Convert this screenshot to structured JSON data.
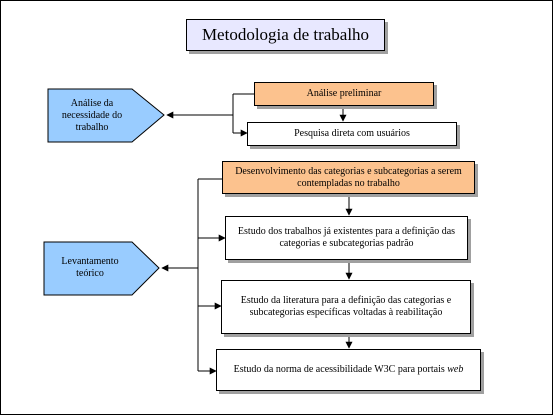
{
  "title": "Metodologia de trabalho",
  "left_nodes": {
    "analise": "Análise da necessidade do trabalho",
    "levantamento": "Levantamento teórico"
  },
  "boxes": {
    "analise_preliminar": "Análise preliminar",
    "pesquisa": "Pesquisa direta com usuários",
    "desenvolvimento": "Desenvolvimento das categorias e subcategorias a serem contempladas no trabalho",
    "estudo_trabalhos": "Estudo dos trabalhos já existentes para a definição das categorias e subcategorias padrão",
    "estudo_literatura": "Estudo da literatura para a definição das categorias e subcategorias específicas voltadas à reabilitação",
    "estudo_norma_prefix": "Estudo da norma de acessibilidade W3C para portais",
    "estudo_norma_italic": "web"
  },
  "colors": {
    "pentagon_fill": "#99ccff",
    "orange_fill": "#fcc28e",
    "title_fill": "#e8e8ff"
  }
}
